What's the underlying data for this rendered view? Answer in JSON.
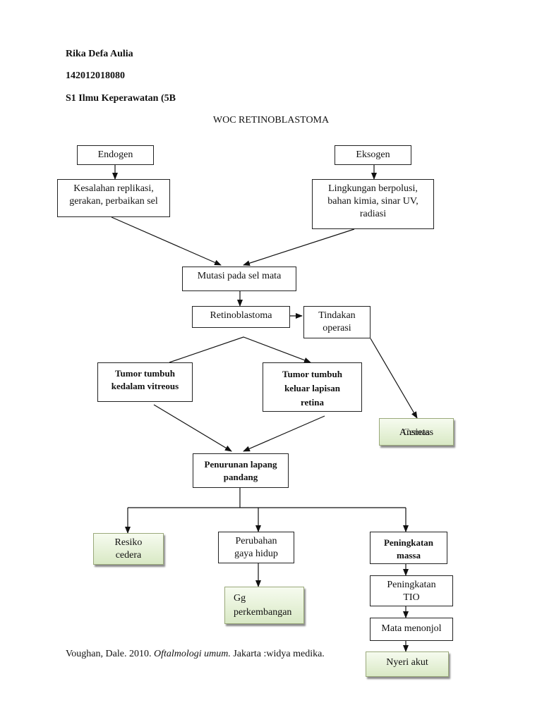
{
  "header": {
    "name": "Rika Defa Aulia",
    "nim": "142012018080",
    "program": "S1 Ilmu Keperawatan (5B"
  },
  "title": "WOC RETINOBLASTOMA",
  "nodes": {
    "endogen": "Endogen",
    "eksogen": "Eksogen",
    "kesalahan": "Kesalahan replikasi,\ngerakan, perbaikan sel",
    "lingkungan": "Lingkungan berpolusi,\nbahan kimia, sinar UV,\nradiasi",
    "mutasi": "Mutasi pada sel mata",
    "retinoblastoma": "Retinoblastoma",
    "tindakan": "Tindakan\noperasi",
    "ansietas": "Ansietas",
    "cemas": "Cemas",
    "tumor_vitreous": "Tumor tumbuh\nkedalam vitreous",
    "tumor_retina": "Tumor tumbuh\nkeluar lapisan\nretina",
    "penurunan": "Penurunan lapang\npandang",
    "resiko": "Resiko\ncedera",
    "perubahan": "Perubahan\ngaya hidup",
    "peningkatan_massa": "Peningkatan\nmassa",
    "gg": "Gg\nperkembangan",
    "peningkatan_tio": "Peningkatan\nTIO",
    "mata_menonjol": "Mata menonjol",
    "nyeri": "Nyeri akut"
  },
  "reference": {
    "author": "Voughan, Dale. 2010.",
    "book": "Oftalmologi umum.",
    "publisher": "Jakarta :widya medika."
  }
}
